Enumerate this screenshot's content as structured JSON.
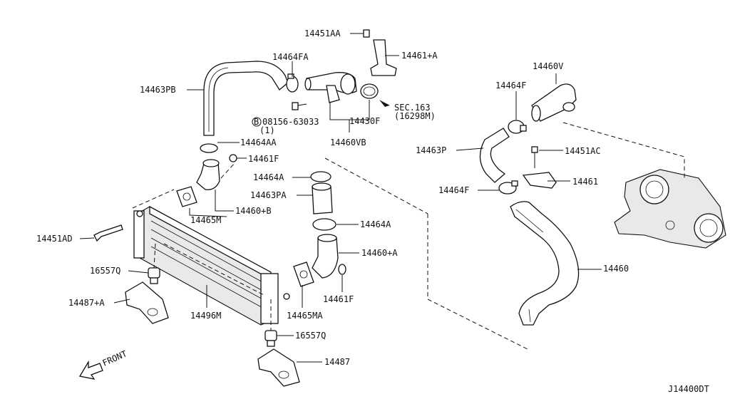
{
  "diagram_code": "J14400DT",
  "front_label": "FRONT",
  "ref_section": {
    "line1": "SEC.163",
    "line2": "(16298M)"
  },
  "bolt_ref": {
    "symbol": "B",
    "number": "08156-63033",
    "qty": "(1)"
  },
  "labels": {
    "p14451AA": "14451AA",
    "p14464FA": "14464FA",
    "p14461pA": "14461+A",
    "p14463PB": "14463PB",
    "p14430F": "14430F",
    "p14460VB": "14460VB",
    "p14464AA": "14464AA",
    "p14461F_a": "14461F",
    "p14460V": "14460V",
    "p14464F_a": "14464F",
    "p14463P": "14463P",
    "p14451AC": "14451AC",
    "p14461": "14461",
    "p14464F_b": "14464F",
    "p14464A_a": "14464A",
    "p14463PA": "14463PA",
    "p14464A_b": "14464A",
    "p14460pA": "14460+A",
    "p14461F_b": "14461F",
    "p14465MA": "14465MA",
    "p14465M": "14465M",
    "p14460pB": "14460+B",
    "p14451AD": "14451AD",
    "p16557Q_a": "16557Q",
    "p14487pA": "14487+A",
    "p14496M": "14496M",
    "p16557Q_b": "16557Q",
    "p14487": "14487",
    "p14460": "14460"
  }
}
